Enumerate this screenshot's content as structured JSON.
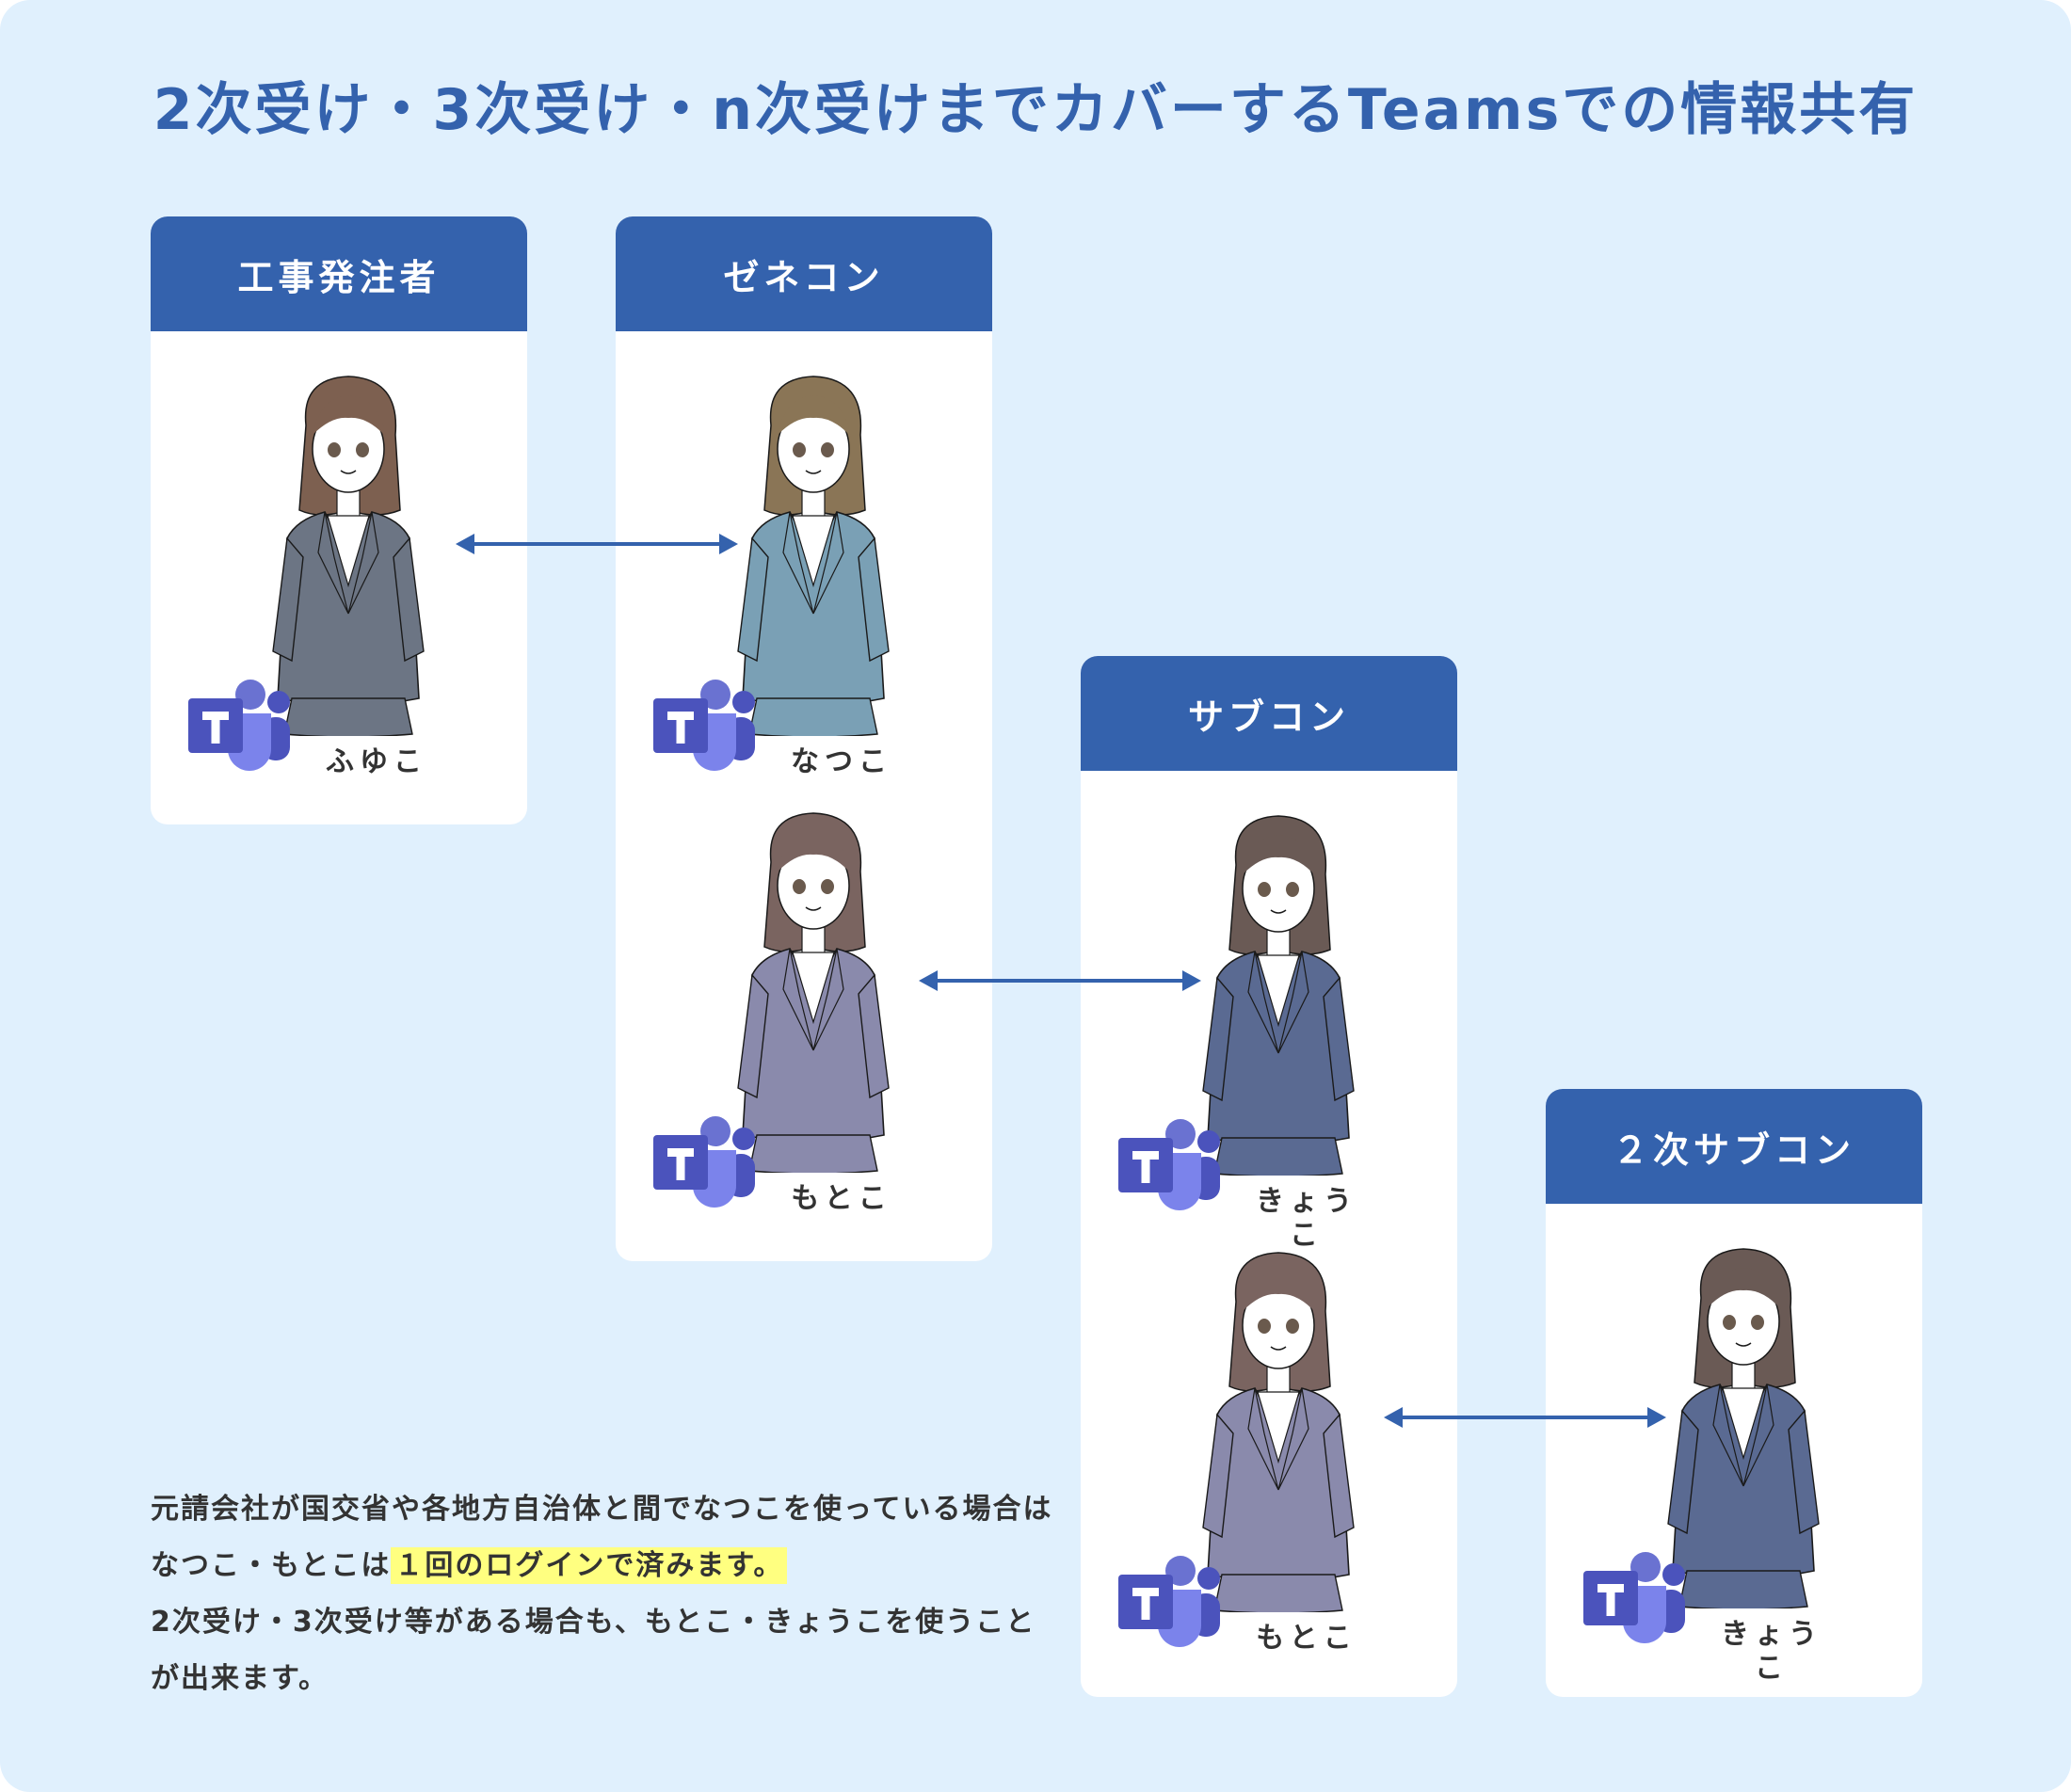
{
  "title": "2次受け・3次受け・n次受けまでカバーするTeamsでの情報共有",
  "colors": {
    "accent": "#3462ad",
    "background": "#e0f0fd",
    "card": "#ffffff",
    "highlight": "#ffff80",
    "text": "#333333"
  },
  "cards": [
    {
      "header": "工事発注者",
      "members": [
        {
          "name": "ふゆこ",
          "icon": "teams-icon",
          "suit_color": "#6c7584",
          "hair_color": "#7d6050"
        }
      ]
    },
    {
      "header": "ゼネコン",
      "members": [
        {
          "name": "なつこ",
          "icon": "teams-icon",
          "suit_color": "#7aa0b5",
          "hair_color": "#8a7556"
        },
        {
          "name": "もとこ",
          "icon": "teams-icon",
          "suit_color": "#8a8aac",
          "hair_color": "#7a6460"
        }
      ]
    },
    {
      "header": "サブコン",
      "members": [
        {
          "name": "きょうこ",
          "icon": "teams-icon",
          "suit_color": "#5a6a92",
          "hair_color": "#6a5a55"
        },
        {
          "name": "もとこ",
          "icon": "teams-icon",
          "suit_color": "#8a8aac",
          "hair_color": "#7a6460"
        }
      ]
    },
    {
      "header": "２次サブコン",
      "members": [
        {
          "name": "きょうこ",
          "icon": "teams-icon",
          "suit_color": "#5a6a92",
          "hair_color": "#6a5a55"
        }
      ]
    }
  ],
  "connections": [
    {
      "from": "ふゆこ",
      "to": "なつこ"
    },
    {
      "from": "もとこ",
      "to": "きょうこ"
    },
    {
      "from": "もとこ",
      "to": "きょうこ"
    }
  ],
  "description": {
    "part1": "元請会社が国交省や各地方自治体と間でなつこを使っている場合はなつこ・もとこは",
    "highlight": "１回のログインで済みます。",
    "part2": "2次受け・3次受け等がある場合も、もとこ・きょうこを使うことが出来ます。"
  }
}
